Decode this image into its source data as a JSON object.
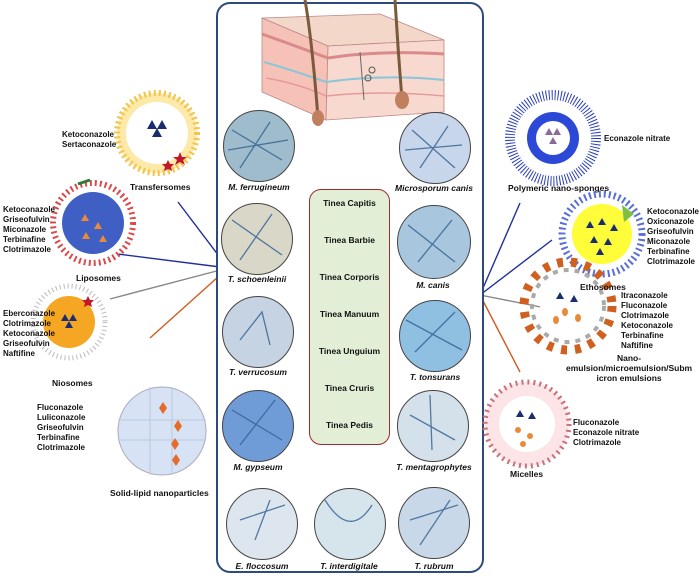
{
  "center": {
    "tinea": [
      "Tinea Capitis",
      "Tinea Barbie",
      "Tinea Corporis",
      "Tinea Manuum",
      "Tinea Unguium",
      "Tinea Cruris",
      "Tinea Pedis"
    ],
    "fungi": {
      "m_ferrugineum": "M. ferrugineum",
      "microsporum_canis": "Microsporum canis",
      "t_schoenleinii": "T. schoenleinii",
      "m_canis": "M. canis",
      "t_verrucosum": "T. verrucosum",
      "t_tonsurans": "T. tonsurans",
      "m_gypseum": "M. gypseum",
      "t_mentagrophytes": "T. mentagrophytes",
      "e_floccosum": "E. floccosum",
      "t_interdigitale": "T. interdigitale",
      "t_rubrum": "T. rubrum"
    }
  },
  "left": {
    "transfersomes": {
      "label": "Transfersomes",
      "drugs": "Ketoconazole\nSertaconazole"
    },
    "liposomes": {
      "label": "Liposomes",
      "drugs": "Ketoconazole\nGriseofulvin\nMiconazole\nTerbinafine\nClotrimazole"
    },
    "niosomes": {
      "label": "Niosomes",
      "drugs": "Eberconazole\nClotrimazole\nKetoconazole\nGriseofulvin\nNaftifine"
    },
    "sln": {
      "label": "Solid-lipid nanoparticles",
      "drugs": "Fluconazole\nLuliconazole\nGriseofulvin\nTerbinafine\nClotrimazole"
    }
  },
  "right": {
    "nanosponges": {
      "label": "Polymeric nano-sponges",
      "drugs": "Econazole nitrate"
    },
    "ethosomes": {
      "label": "Ethosomes",
      "drugs": "Ketoconazole\nOxiconazole\nGriseofulvin\nMiconazole\nTerbinafine\nClotrimazole"
    },
    "nanoemulsion": {
      "label": "Nano-\nemulsion/microemulsion/Subm\nicron emulsions",
      "drugs": "Itraconazole\nFluconazole\nClotrimazole\nKetoconazole\nTerbinafine\nNaftifine"
    },
    "micelles": {
      "label": "Micelles",
      "drugs": "Fluconazole\nEconazole nitrate\nClotrimazole"
    }
  },
  "colors": {
    "panel_border": "#2e4a7d",
    "tinea_border": "#9b2c2c",
    "tinea_fill": "#e2efd6",
    "line_blue": "#1f2f9e",
    "line_orange": "#d35a1f",
    "line_gray": "#888888"
  }
}
